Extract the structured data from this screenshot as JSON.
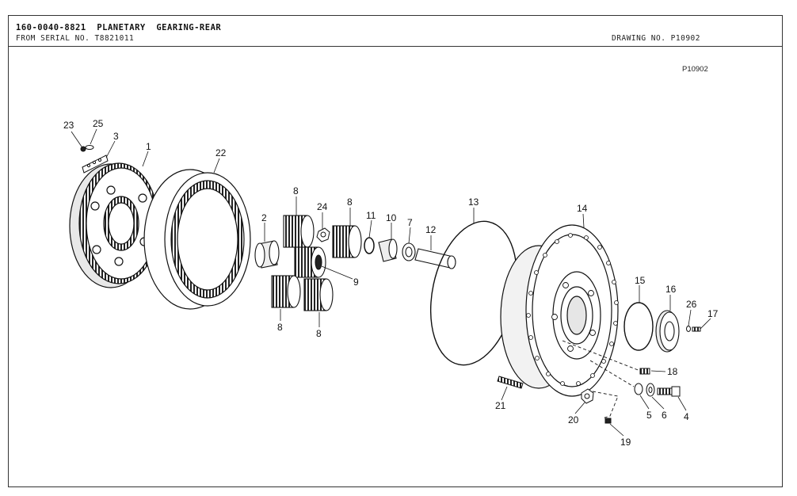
{
  "header": {
    "title": "160-0040-8821  PLANETARY  GEARING-REAR",
    "serial": "FROM SERIAL NO. T8821011",
    "drawing_no": "DRAWING NO. P10902"
  },
  "drawing_ref": "P10902",
  "callouts": [
    {
      "id": "c23",
      "label": "23"
    },
    {
      "id": "c25",
      "label": "25"
    },
    {
      "id": "c3",
      "label": "3"
    },
    {
      "id": "c1",
      "label": "1"
    },
    {
      "id": "c22",
      "label": "22"
    },
    {
      "id": "c8a",
      "label": "8"
    },
    {
      "id": "c2",
      "label": "2"
    },
    {
      "id": "c24",
      "label": "24"
    },
    {
      "id": "c8b",
      "label": "8"
    },
    {
      "id": "c11",
      "label": "11"
    },
    {
      "id": "c10",
      "label": "10"
    },
    {
      "id": "c7",
      "label": "7"
    },
    {
      "id": "c12",
      "label": "12"
    },
    {
      "id": "c13",
      "label": "13"
    },
    {
      "id": "c14",
      "label": "14"
    },
    {
      "id": "c9",
      "label": "9"
    },
    {
      "id": "c8c",
      "label": "8"
    },
    {
      "id": "c8d",
      "label": "8"
    },
    {
      "id": "c15",
      "label": "15"
    },
    {
      "id": "c16",
      "label": "16"
    },
    {
      "id": "c26",
      "label": "26"
    },
    {
      "id": "c17",
      "label": "17"
    },
    {
      "id": "c18",
      "label": "18"
    },
    {
      "id": "c21",
      "label": "21"
    },
    {
      "id": "c20",
      "label": "20"
    },
    {
      "id": "c5",
      "label": "5"
    },
    {
      "id": "c6",
      "label": "6"
    },
    {
      "id": "c4",
      "label": "4"
    },
    {
      "id": "c19",
      "label": "19"
    }
  ]
}
